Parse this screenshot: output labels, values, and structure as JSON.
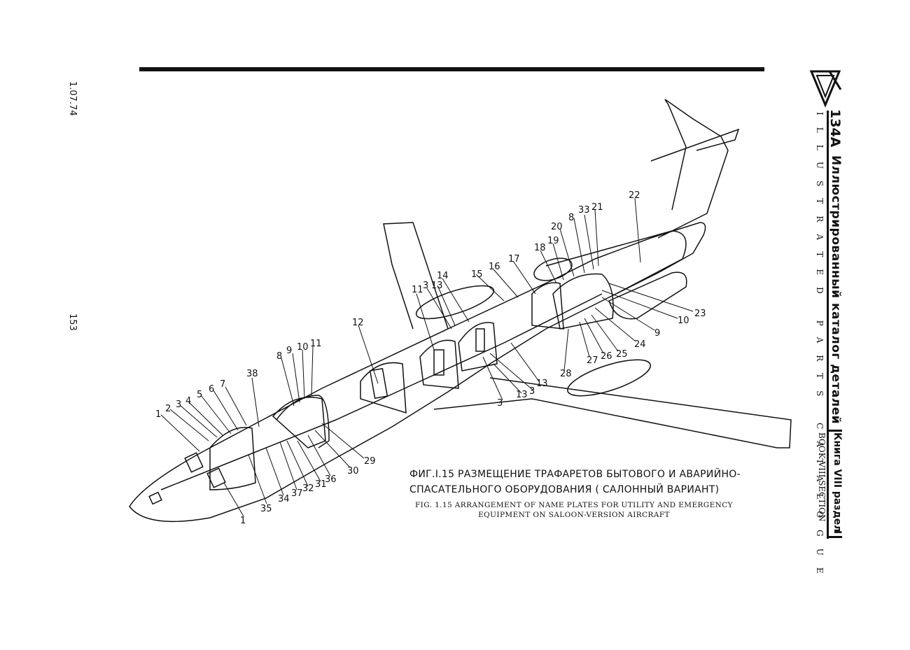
{
  "page": {
    "left_margin_code": "1.07.74",
    "page_number": "153"
  },
  "header": {
    "logo_text": "Ту",
    "model": "134А",
    "title_ru": "Иллюстрированный каталог деталей",
    "title_en": "ILLUSTRATED PARTS CATALOGUE",
    "book_ru": "Книга VIII раздел",
    "book_en": "BOOK VIII SECTION",
    "section_no": "I"
  },
  "caption": {
    "ru_line1": "ФИГ.I.15 РАЗМЕЩЕНИЕ ТРАФАРЕТОВ БЫТОВОГО И АВАРИЙНО-",
    "ru_line2": "СПАСАТЕЛЬНОГО ОБОРУДОВАНИЯ ( САЛОННЫЙ ВАРИАНТ)",
    "en_line1": "FIG. 1.15 ARRANGEMENT OF NAME PLATES FOR UTILITY AND EMERGENCY",
    "en_line2": "EQUIPMENT ON SALOON-VERSION AIRCRAFT"
  },
  "callouts": [
    "1",
    "2",
    "3",
    "4",
    "5",
    "6",
    "7",
    "38",
    "8",
    "9",
    "10",
    "11",
    "12",
    "11",
    "3",
    "13",
    "14",
    "15",
    "16",
    "17",
    "18",
    "19",
    "20",
    "8",
    "33",
    "21",
    "22",
    "23",
    "10",
    "9",
    "24",
    "25",
    "26",
    "27",
    "28",
    "13",
    "3",
    "13",
    "3",
    "29",
    "30",
    "36",
    "31",
    "32",
    "37",
    "34",
    "35",
    "1"
  ]
}
